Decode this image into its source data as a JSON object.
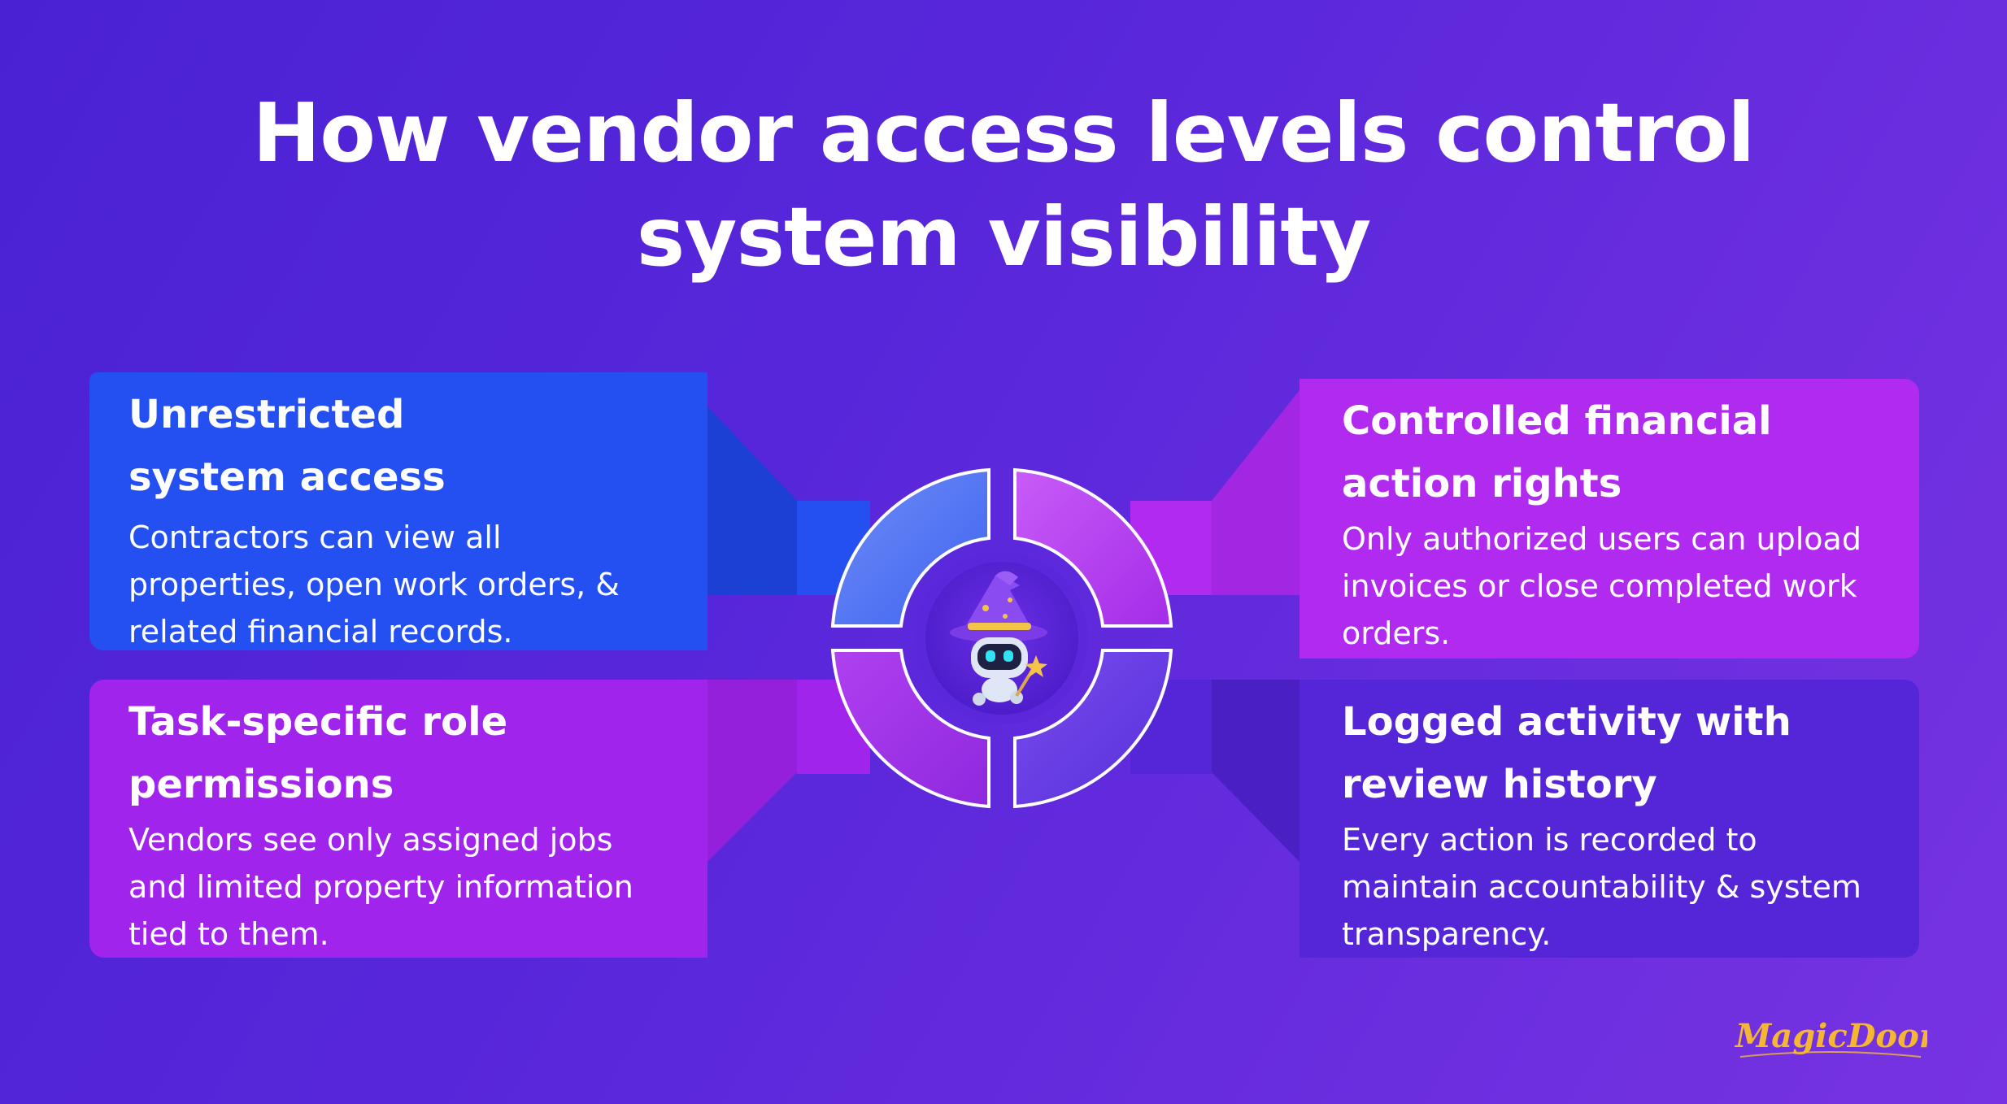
{
  "title": {
    "line1": "How vendor access levels control",
    "line2": "system visibility"
  },
  "cards": [
    {
      "heading_line1": "Unrestricted",
      "heading_line2": "system access",
      "body": "Contractors can view all properties, open work orders, & related financial records.",
      "color": "#2450f2"
    },
    {
      "heading_line1": "Controlled financial",
      "heading_line2": "action rights",
      "body": "Only authorized users can upload invoices or close completed work orders.",
      "color": "#b02af0"
    },
    {
      "heading_line1": "Task-specific role",
      "heading_line2": "permissions",
      "body": "Vendors see only assigned jobs and limited property information tied to them.",
      "color": "#a024ec"
    },
    {
      "heading_line1": "Logged activity with",
      "heading_line2": "review history",
      "body": "Every action is recorded to maintain accountability & system transparency.",
      "color": "#5526d8"
    }
  ],
  "center": {
    "icon": "wizard-robot-icon"
  },
  "logo": {
    "text": "MagicDoor",
    "color": "#f5b731"
  }
}
